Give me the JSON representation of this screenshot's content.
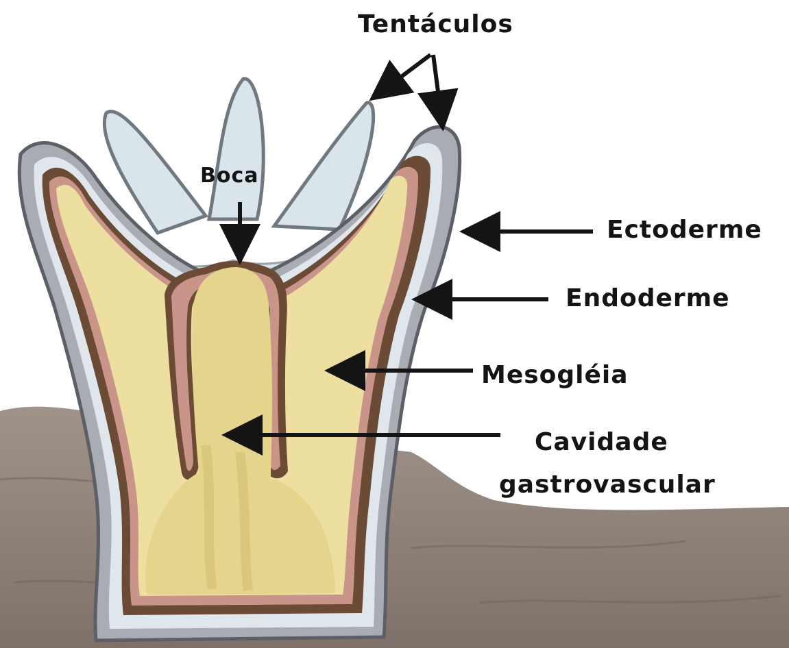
{
  "diagram": {
    "labels": {
      "tentacles": "Tentáculos",
      "mouth": "Boca",
      "ectoderm": "Ectoderme",
      "endoderm": "Endoderme",
      "mesoglea": "Mesogléia",
      "cavity_line1": "Cavidade",
      "cavity_line2": "gastrovascular"
    },
    "colors": {
      "ectoderm": "#a9adb3",
      "tentacle_fill": "#d9e5ea",
      "endoderm": "#6b4a36",
      "endoderm_inner": "#c9948a",
      "mesoglea": "#ecdfa0",
      "cavity": "#e4d48c",
      "ground": "#8d7f76",
      "arrow": "#141414"
    }
  }
}
